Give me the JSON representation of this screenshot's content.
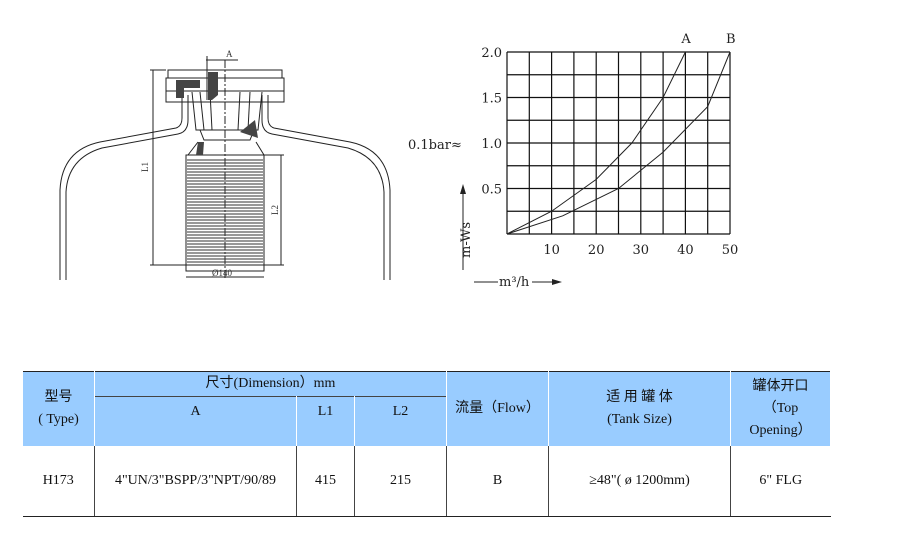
{
  "drawing": {
    "label_a": "A",
    "label_l1": "L1",
    "label_l2": "L2",
    "label_diameter": "Ø140"
  },
  "chart_data": {
    "type": "line",
    "x_ticks": [
      "10",
      "20",
      "30",
      "40",
      "50"
    ],
    "y_ticks": [
      "0.5",
      "1.0",
      "1.5",
      "2.0"
    ],
    "y_prefix": "0.1bar≈",
    "xlabel": "m³/h",
    "ylabel": "m-Ws",
    "xlim": [
      0,
      50
    ],
    "ylim": [
      0,
      2.0
    ],
    "grid": true,
    "series": [
      {
        "name": "A",
        "x": [
          0,
          10,
          20,
          28,
          35,
          40
        ],
        "y": [
          0,
          0.25,
          0.6,
          1.0,
          1.5,
          2.0
        ]
      },
      {
        "name": "B",
        "x": [
          0,
          12.5,
          25,
          35,
          45,
          50
        ],
        "y": [
          0,
          0.2,
          0.5,
          0.9,
          1.4,
          2.0
        ]
      }
    ]
  },
  "table": {
    "header": {
      "type_cn": "型号",
      "type_en": "( Type)",
      "dimension": "尺寸(Dimension）mm",
      "col_a": "A",
      "col_l1": "L1",
      "col_l2": "L2",
      "flow": "流量（Flow）",
      "tank_cn": "适 用 罐 体",
      "tank_en": "(Tank Size)",
      "top_cn": "罐体开口",
      "top_en1": "（Top",
      "top_en2": "Opening）"
    },
    "rows": [
      {
        "type": "H173",
        "a": "4\"UN/3\"BSPP/3\"NPT/90/89",
        "l1": "415",
        "l2": "215",
        "flow": "B",
        "tank": "≥48\"( ø 1200mm)",
        "top": "6\" FLG"
      }
    ]
  }
}
